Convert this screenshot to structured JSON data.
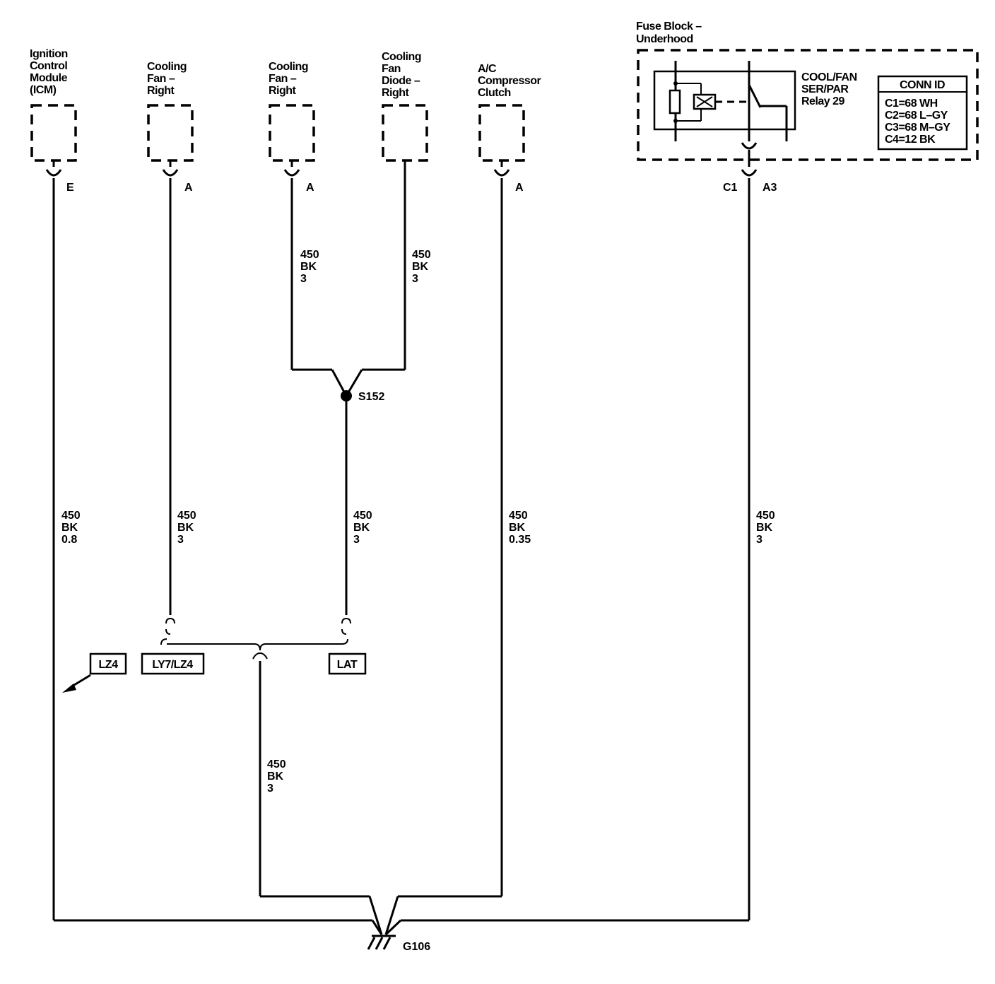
{
  "components": {
    "icm": {
      "lines": [
        "Ignition",
        "Control",
        "Module",
        "(ICM)"
      ],
      "pin": "E"
    },
    "fan1": {
      "lines": [
        "Cooling",
        "Fan –",
        "Right"
      ],
      "pin": "A"
    },
    "fan2": {
      "lines": [
        "Cooling",
        "Fan –",
        "Right"
      ],
      "pin": "A"
    },
    "diode": {
      "lines": [
        "Cooling",
        "Fan",
        "Diode –",
        "Right"
      ]
    },
    "ac": {
      "lines": [
        "A/C",
        "Compressor",
        "Clutch"
      ],
      "pin": "A"
    },
    "fuse": {
      "lines": [
        "Fuse Block –",
        "Underhood"
      ],
      "relay_lines": [
        "COOL/FAN",
        "SER/PAR",
        "Relay 29"
      ],
      "conn": "C1",
      "pin": "A3"
    }
  },
  "conn_id": {
    "title": "CONN ID",
    "rows": [
      "C1=68 WH",
      "C2=68 L–GY",
      "C3=68 M–GY",
      "C4=12 BK"
    ]
  },
  "wires": {
    "fan2_top": [
      "450",
      "BK",
      "3"
    ],
    "diode_top": [
      "450",
      "BK",
      "3"
    ],
    "icm": [
      "450",
      "BK",
      "0.8"
    ],
    "fan1": [
      "450",
      "BK",
      "3"
    ],
    "splice_down": [
      "450",
      "BK",
      "3"
    ],
    "ac": [
      "450",
      "BK",
      "0.35"
    ],
    "fuse": [
      "450",
      "BK",
      "3"
    ],
    "ground_feed": [
      "450",
      "BK",
      "3"
    ]
  },
  "splice": "S152",
  "ground": "G106",
  "options": {
    "lz4": "LZ4",
    "ly7": "LY7/LZ4",
    "lat": "LAT"
  }
}
